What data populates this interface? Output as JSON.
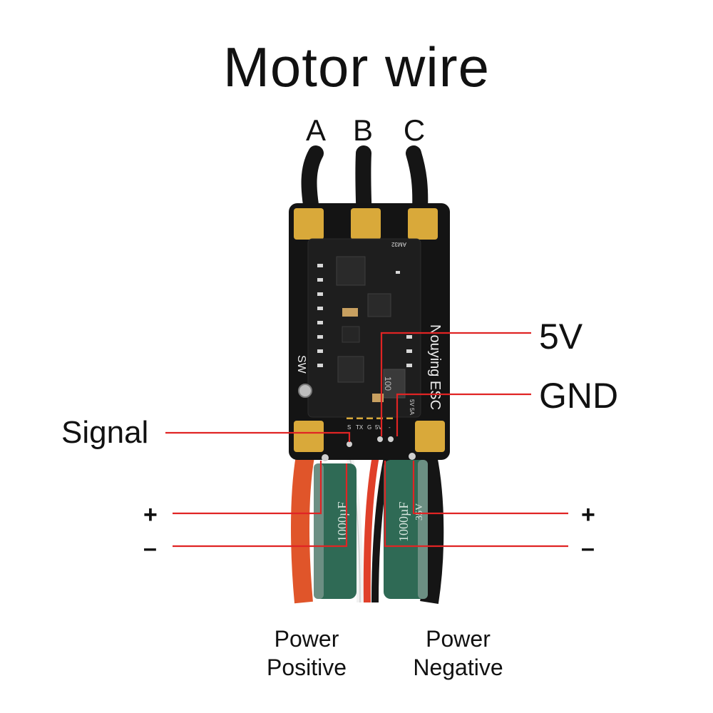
{
  "title": "Motor wire",
  "phases": {
    "a": "A",
    "b": "B",
    "c": "C"
  },
  "callouts": {
    "v5": "5V",
    "gnd": "GND",
    "signal": "Signal",
    "plus_left": "+",
    "minus_left": "–",
    "plus_right": "+",
    "minus_right": "–"
  },
  "captions": {
    "power_positive": "Power\nPositive",
    "power_negative": "Power\nNegative"
  },
  "board": {
    "silk_brand": "Nouying ESC",
    "silk_sw": "SW",
    "silk_pins": [
      "S",
      "TX",
      "G",
      "5V",
      "-"
    ],
    "silk_rating": "5V 5A",
    "inductor": "100",
    "chip_tag": "AM32"
  },
  "capacitors": {
    "left_value": "1000µF",
    "right_value": "1000µF",
    "right_voltage": "35V"
  },
  "colors": {
    "callout_line": "#e02424",
    "board": "#141414",
    "pad": "#d9a93a",
    "capacitor": "#2f6a55",
    "red_wire": "#e0552a",
    "black_wire": "#151515"
  }
}
